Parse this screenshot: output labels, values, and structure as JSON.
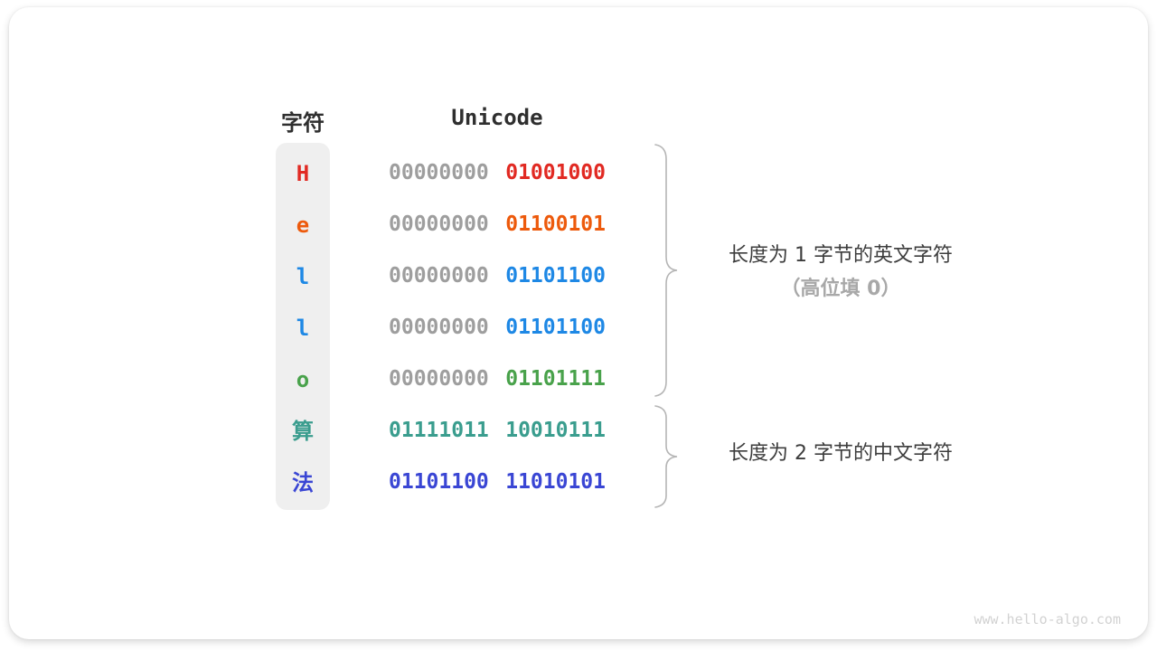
{
  "header": {
    "char_column": "字符",
    "unicode_column": "Unicode"
  },
  "colors": {
    "leading_zeros": "#9e9e9e",
    "column_background": "#efefef",
    "brace": "#b5b5b5",
    "red": "#e12a23",
    "orange": "#ed5a0c",
    "blue": "#1e88e5",
    "green": "#49a24b",
    "teal": "#3a9d8e",
    "indigo": "#3a46d4"
  },
  "rows": [
    {
      "char": "H",
      "color": "#e12a23",
      "byte1": "00000000",
      "byte1_color": "#9e9e9e",
      "byte2": "01001000",
      "byte2_color": "#e12a23"
    },
    {
      "char": "e",
      "color": "#ed5a0c",
      "byte1": "00000000",
      "byte1_color": "#9e9e9e",
      "byte2": "01100101",
      "byte2_color": "#ed5a0c"
    },
    {
      "char": "l",
      "color": "#1e88e5",
      "byte1": "00000000",
      "byte1_color": "#9e9e9e",
      "byte2": "01101100",
      "byte2_color": "#1e88e5"
    },
    {
      "char": "l",
      "color": "#1e88e5",
      "byte1": "00000000",
      "byte1_color": "#9e9e9e",
      "byte2": "01101100",
      "byte2_color": "#1e88e5"
    },
    {
      "char": "o",
      "color": "#49a24b",
      "byte1": "00000000",
      "byte1_color": "#9e9e9e",
      "byte2": "01101111",
      "byte2_color": "#49a24b"
    },
    {
      "char": "算",
      "color": "#3a9d8e",
      "byte1": "01111011",
      "byte1_color": "#3a9d8e",
      "byte2": "10010111",
      "byte2_color": "#3a9d8e"
    },
    {
      "char": "法",
      "color": "#3a46d4",
      "byte1": "01101100",
      "byte1_color": "#3a46d4",
      "byte2": "11010101",
      "byte2_color": "#3a46d4"
    }
  ],
  "annotations": {
    "english_group_line1": "长度为 1 字节的英文字符",
    "english_group_line2": "（高位填 0）",
    "chinese_group": "长度为 2 字节的中文字符"
  },
  "watermark": "www.hello-algo.com"
}
